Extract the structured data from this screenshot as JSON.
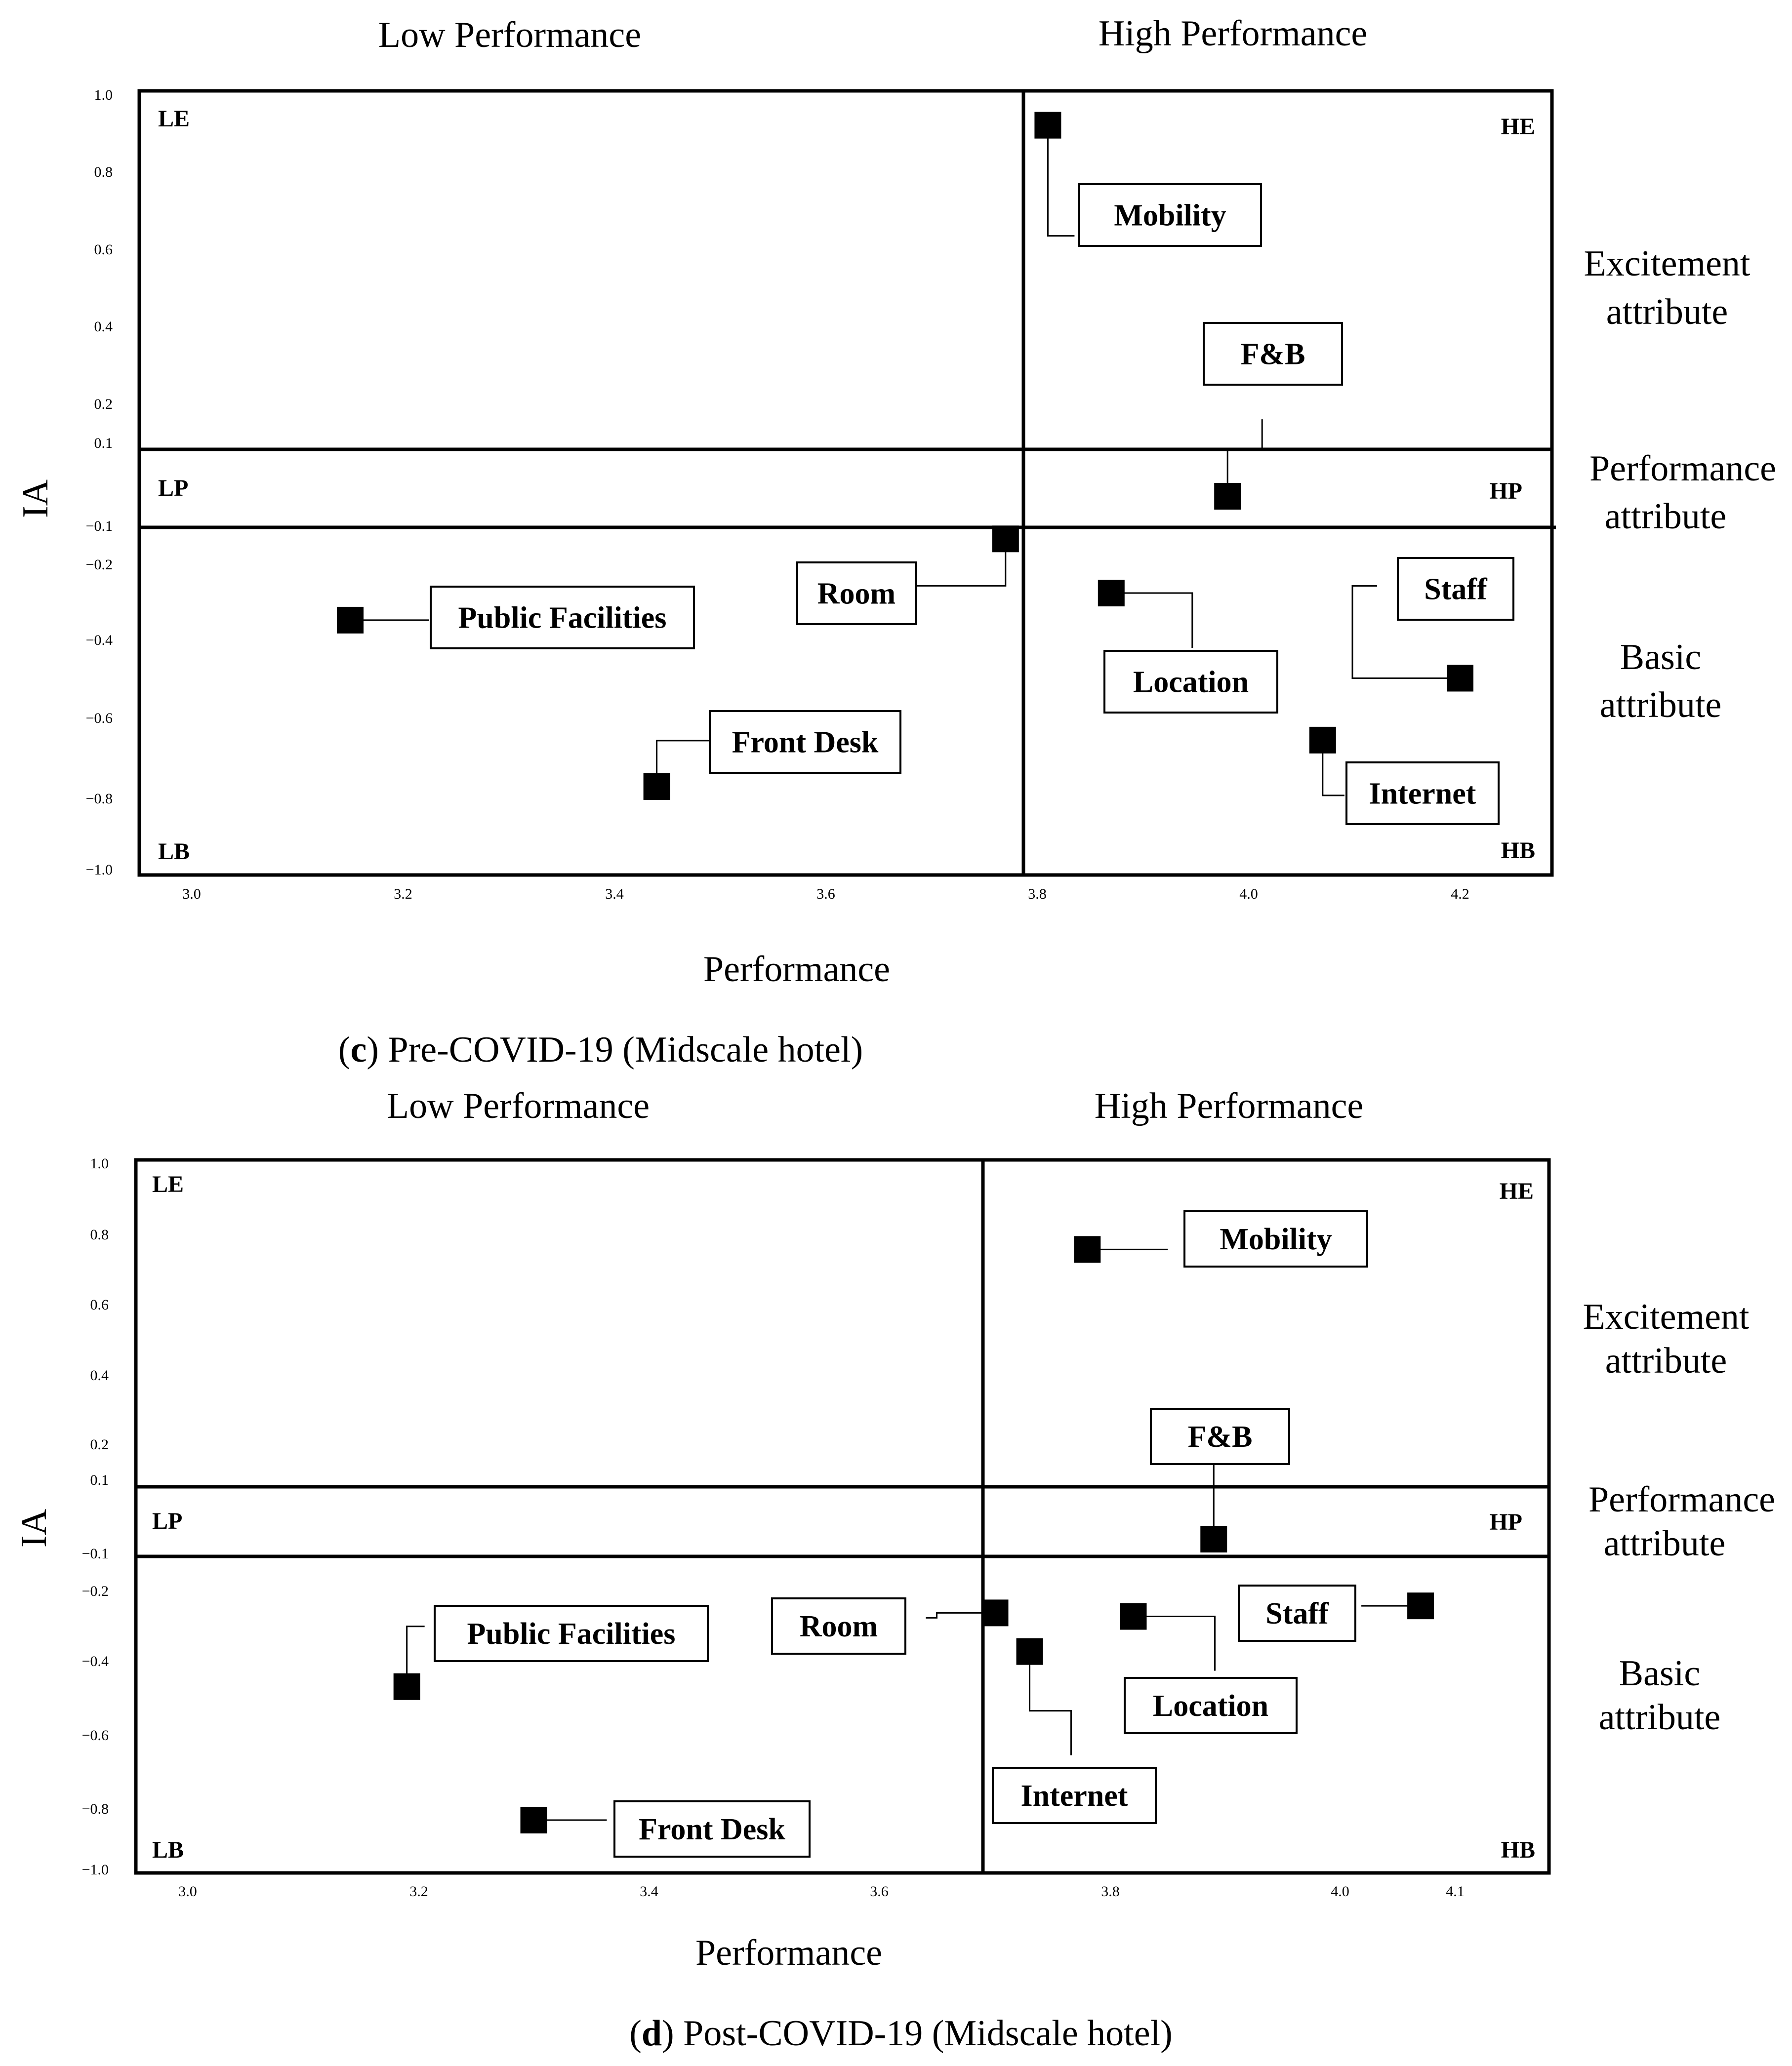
{
  "chart_data": [
    {
      "type": "scatter",
      "caption_letter": "c",
      "caption_text": " Pre-COVID-19 (Midscale hotel)",
      "xlabel": "Performance",
      "ylabel": "IA",
      "column_labels": [
        "Low Performance",
        "High Performance"
      ],
      "row_labels": [
        [
          "Excitement",
          "attribute"
        ],
        [
          "Performance",
          "attribute"
        ],
        [
          "Basic",
          "attribute"
        ]
      ],
      "quadrant_labels": {
        "LE": "LE",
        "HE": "HE",
        "LP": "LP",
        "HP": "HP",
        "LB": "LB",
        "HB": "HB"
      },
      "x_ticks": [
        "3.0",
        "3.2",
        "3.4",
        "3.6",
        "3.8",
        "4.0",
        "4.2"
      ],
      "y_ticks": [
        "1.0",
        "0.8",
        "0.6",
        "0.4",
        "0.2",
        "0.1",
        "−0.1",
        "−0.2",
        "−0.4",
        "−0.6",
        "−0.8",
        "−1.0"
      ],
      "points": [
        {
          "name": "Mobility",
          "x": 3.81,
          "y": 0.95
        },
        {
          "name": "F&B",
          "x": 3.98,
          "y": -0.04
        },
        {
          "name": "Room",
          "x": 3.77,
          "y": -0.15
        },
        {
          "name": "Public Facilities",
          "x": 3.15,
          "y": -0.36
        },
        {
          "name": "Location",
          "x": 3.87,
          "y": -0.29
        },
        {
          "name": "Staff",
          "x": 4.2,
          "y": -0.51
        },
        {
          "name": "Front Desk",
          "x": 3.44,
          "y": -0.79
        },
        {
          "name": "Internet",
          "x": 4.07,
          "y": -0.67
        }
      ]
    },
    {
      "type": "scatter",
      "caption_letter": "d",
      "caption_text": " Post-COVID-19 (Midscale hotel)",
      "xlabel": "Performance",
      "ylabel": "IA",
      "column_labels": [
        "Low Performance",
        "High Performance"
      ],
      "row_labels": [
        [
          "Excitement",
          "attribute"
        ],
        [
          "Performance",
          "attribute"
        ],
        [
          "Basic",
          "attribute"
        ]
      ],
      "quadrant_labels": {
        "LE": "LE",
        "HE": "HE",
        "LP": "LP",
        "HP": "HP",
        "LB": "LB",
        "HB": "HB"
      },
      "x_ticks": [
        "3.0",
        "3.2",
        "3.4",
        "3.6",
        "3.8",
        "4.0",
        "4.1"
      ],
      "y_ticks": [
        "1.0",
        "0.8",
        "0.6",
        "0.4",
        "0.2",
        "0.1",
        "−0.1",
        "−0.2",
        "−0.4",
        "−0.6",
        "−0.8",
        "−1.0"
      ],
      "points": [
        {
          "name": "Mobility",
          "x": 3.78,
          "y": 0.78
        },
        {
          "name": "F&B",
          "x": 3.89,
          "y": -0.07
        },
        {
          "name": "Room",
          "x": 3.7,
          "y": -0.28
        },
        {
          "name": "Public Facilities",
          "x": 3.19,
          "y": -0.49
        },
        {
          "name": "Internet",
          "x": 3.73,
          "y": -0.39
        },
        {
          "name": "Location",
          "x": 3.82,
          "y": -0.29
        },
        {
          "name": "Staff",
          "x": 4.07,
          "y": -0.26
        },
        {
          "name": "Front Desk",
          "x": 3.3,
          "y": -0.87
        }
      ]
    }
  ]
}
